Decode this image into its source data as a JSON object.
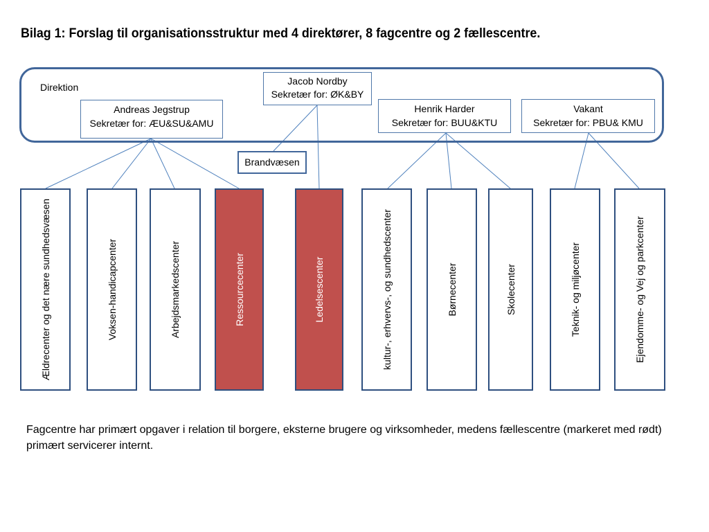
{
  "title": "Bilag 1: Forslag til organisationsstruktur med 4 direktører, 8 fagcentre og 2 fællescentre.",
  "direktion_label": "Direktion",
  "directors": [
    {
      "name": "Andreas Jegstrup",
      "secretary": "Sekretær for: ÆU&SU&AMU"
    },
    {
      "name": "Jacob Nordby",
      "secretary": "Sekretær for: ØK&BY"
    },
    {
      "name": "Henrik Harder",
      "secretary": "Sekretær for: BUU&KTU"
    },
    {
      "name": "Vakant",
      "secretary": "Sekretær for: PBU& KMU"
    }
  ],
  "brandvaesen": "Brandvæsen",
  "centers": [
    {
      "label": "Ældrecenter og det nære sundhedsvæsen",
      "type": "fagcenter"
    },
    {
      "label": "Voksen-handicapcenter",
      "type": "fagcenter"
    },
    {
      "label": "Arbejdsmarkedscenter",
      "type": "fagcenter"
    },
    {
      "label": "Ressourcecenter",
      "type": "fællescenter"
    },
    {
      "label": "Ledelsescenter",
      "type": "fællescenter"
    },
    {
      "label": "kultur-, erhvervs-, og sundhedscenter",
      "type": "fagcenter"
    },
    {
      "label": "Børnecenter",
      "type": "fagcenter"
    },
    {
      "label": "Skolecenter",
      "type": "fagcenter"
    },
    {
      "label": "Teknik- og miljøcenter",
      "type": "fagcenter"
    },
    {
      "label": "Ejendomme- og Vej og parkcenter",
      "type": "fagcenter"
    }
  ],
  "footnote": "Fagcentre har primært opgaver i relation til borgere, eksterne brugere og virksomheder, medens fællescentre (markeret med rødt) primært servicerer internt.",
  "colors": {
    "frame": "#41669a",
    "box_border": "#4f77a9",
    "connector": "#4f81bd",
    "faellescenter_fill": "#c0504d"
  }
}
